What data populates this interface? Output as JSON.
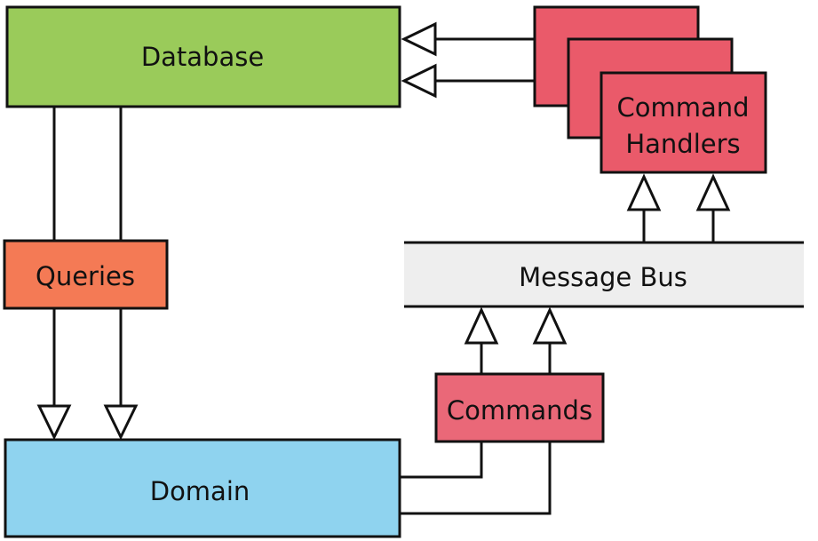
{
  "nodes": {
    "database": {
      "label": "Database",
      "color": "#9acb5a"
    },
    "queries": {
      "label": "Queries",
      "color": "#f47a55"
    },
    "domain": {
      "label": "Domain",
      "color": "#8fd3ef"
    },
    "command_handlers": {
      "label_line1": "Command",
      "label_line2": "Handlers",
      "color": "#ea5a6a"
    },
    "message_bus": {
      "label": "Message Bus",
      "color": "#eeeeee"
    },
    "commands": {
      "label": "Commands",
      "color": "#ea6878"
    }
  },
  "edges": [
    {
      "from": "command_handlers",
      "to": "database"
    },
    {
      "from": "database",
      "to": "domain",
      "via": "queries"
    },
    {
      "from": "domain",
      "to": "message_bus",
      "via": "commands"
    },
    {
      "from": "message_bus",
      "to": "command_handlers"
    }
  ]
}
